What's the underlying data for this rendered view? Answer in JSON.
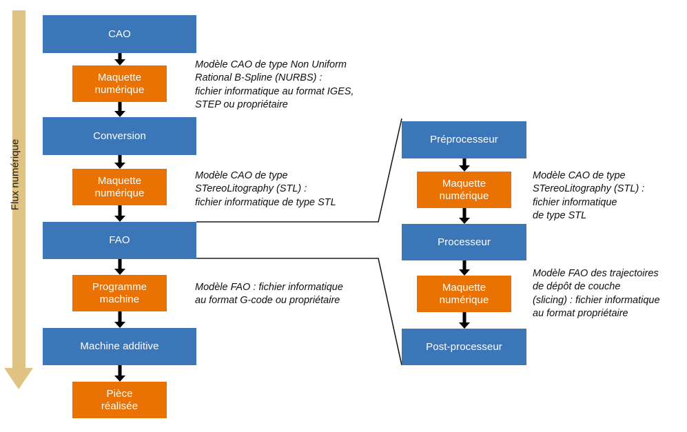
{
  "flux": {
    "label": "Flux numérique",
    "color": "#e0c382"
  },
  "colors": {
    "process": "#3a76b8",
    "artifact": "#ea7203",
    "connector": "#000000",
    "flow": "#e0c382"
  },
  "left_column": {
    "nodes": [
      {
        "id": "cao",
        "label": "CAO",
        "kind": "process"
      },
      {
        "id": "maquette-1",
        "label": "Maquette\nnumérique",
        "kind": "artifact"
      },
      {
        "id": "conversion",
        "label": "Conversion",
        "kind": "process"
      },
      {
        "id": "maquette-2",
        "label": "Maquette\nnumérique",
        "kind": "artifact"
      },
      {
        "id": "fao",
        "label": "FAO",
        "kind": "process"
      },
      {
        "id": "programme-machine",
        "label": "Programme\nmachine",
        "kind": "artifact"
      },
      {
        "id": "machine-additive",
        "label": "Machine additive",
        "kind": "process"
      },
      {
        "id": "piece-realisee",
        "label": "Pièce\nréalisée",
        "kind": "artifact"
      }
    ]
  },
  "right_column": {
    "nodes": [
      {
        "id": "preprocesseur",
        "label": "Préprocesseur",
        "kind": "process"
      },
      {
        "id": "maquette-3",
        "label": "Maquette\nnumérique",
        "kind": "artifact"
      },
      {
        "id": "processeur",
        "label": "Processeur",
        "kind": "process"
      },
      {
        "id": "maquette-4",
        "label": "Maquette\nnumérique",
        "kind": "artifact"
      },
      {
        "id": "post-processeur",
        "label": "Post-processeur",
        "kind": "process"
      }
    ]
  },
  "annotations": {
    "nurbs": "Modèle CAO de type Non Uniform\nRational B-Spline (NURBS) :\nfichier informatique au format IGES,\nSTEP ou propriétaire",
    "stl_left": "Modèle CAO de type\nSTereoLitography (STL) :\nfichier informatique de type STL",
    "gcode": "Modèle FAO : fichier informatique\nau format G-code ou propriétaire",
    "stl_right": "Modèle CAO de type\nSTereoLitography (STL) :\nfichier informatique\nde type STL",
    "slicing": "Modèle FAO des trajectoires\nde dépôt de couche\n(slicing) : fichier informatique\nau format propriétaire"
  }
}
